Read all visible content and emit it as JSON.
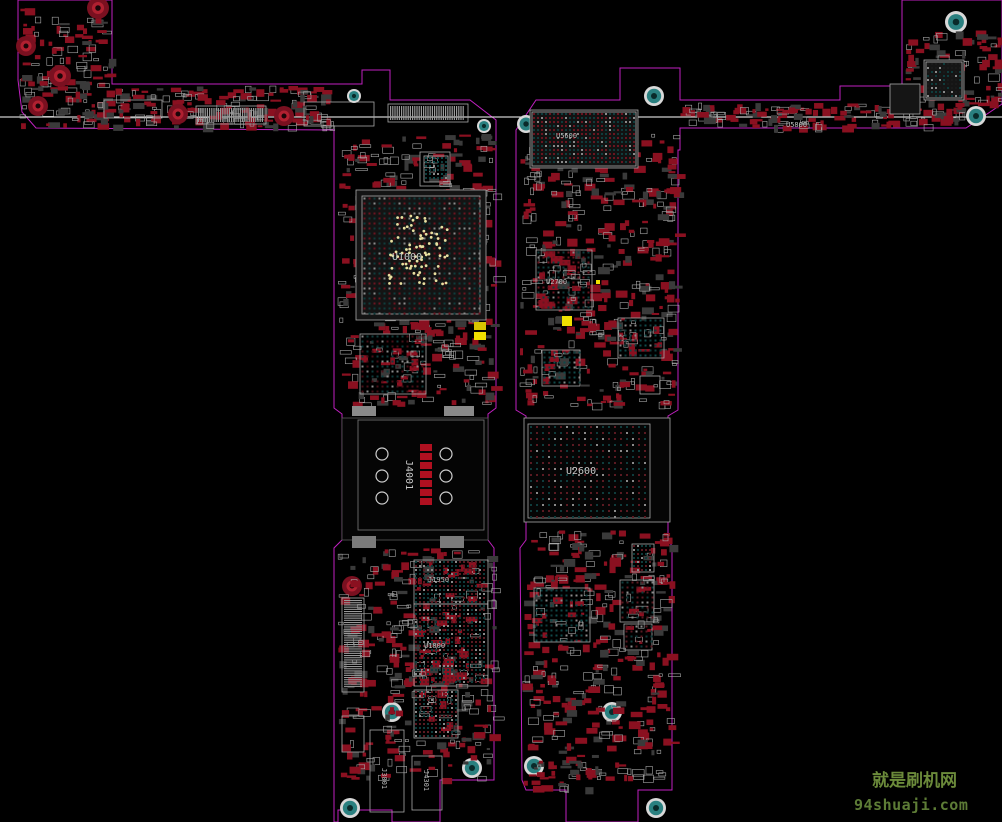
{
  "viewer": {
    "background": "#000000",
    "board_outline_color": "#c020c0",
    "pad_color": "#8a1020",
    "component_outline_color": "#a8a8a8",
    "via_color": "#2a8a8a",
    "highlight_color": "#f0e000",
    "crosshair_color": "#ffffff"
  },
  "board": {
    "left_half": {
      "chips": [
        {
          "name": "U1000",
          "label": "U1000"
        },
        {
          "name": "J4001",
          "label": "J4001",
          "rotated": true
        },
        {
          "name": "J1950",
          "label": "J1950"
        },
        {
          "name": "J3001",
          "label": "J3001"
        },
        {
          "name": "J4301",
          "label": "J4301"
        },
        {
          "name": "U1800",
          "label": "U1800"
        }
      ]
    },
    "right_half": {
      "chips": [
        {
          "name": "U5600",
          "label": "U5600"
        },
        {
          "name": "U2700",
          "label": "U2700"
        },
        {
          "name": "U2600",
          "label": "U2600"
        },
        {
          "name": "U5800",
          "label": "U5800"
        }
      ]
    }
  },
  "watermark": {
    "chinese": "就是刷机网",
    "url": "94shuaji.com"
  }
}
